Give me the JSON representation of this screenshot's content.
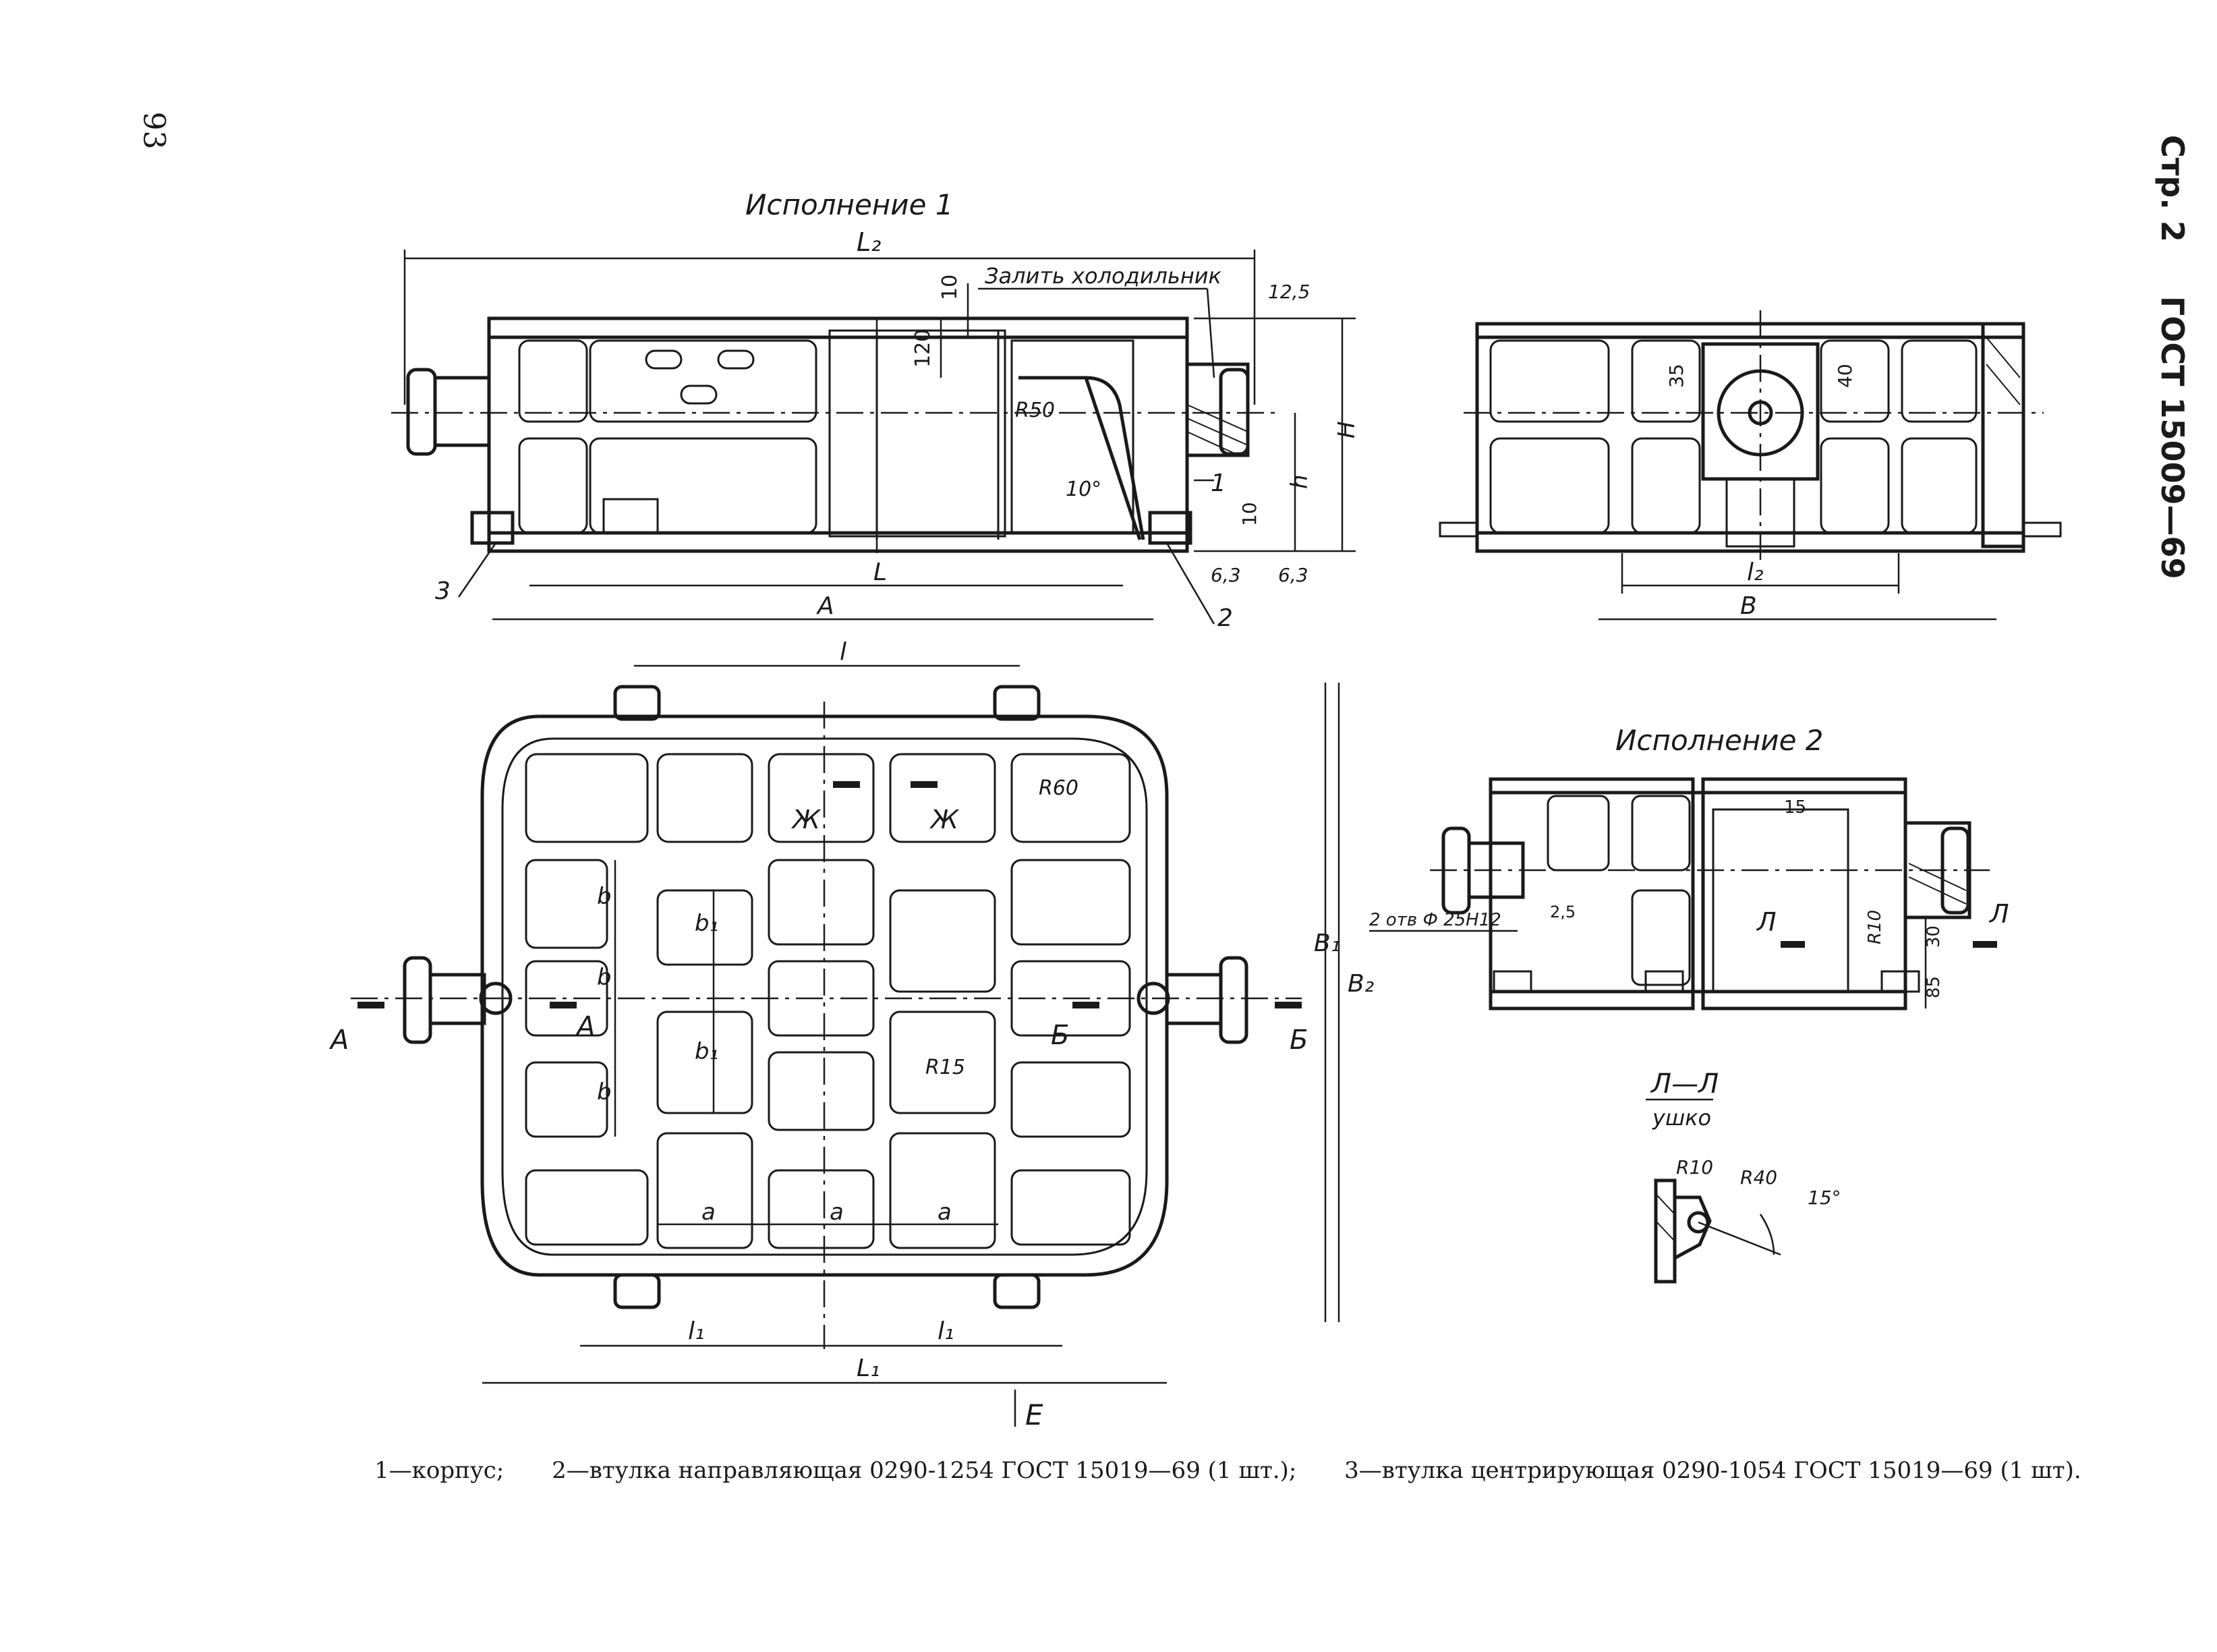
{
  "header": {
    "page_label": "Стр. 2",
    "standard": "ГОСТ 15009—69",
    "page_number": "93"
  },
  "views": {
    "front_title": "Исполнение 1",
    "variant2_title": "Исполнение 2",
    "section_title": "Л—Л",
    "section_subtitle": "ушко"
  },
  "dims": {
    "L2": "L₂",
    "H": "H",
    "h": "h",
    "L": "L",
    "A": "A",
    "B": "B",
    "l2": "l₂",
    "d10a": "10",
    "d120": "120",
    "d10b": "10",
    "r50": "R50",
    "deg10": "10°",
    "rough125": "12,5",
    "rough63a": "6,3",
    "rough63b": "6,3",
    "note_fill": "Залить холодильник",
    "d35": "35",
    "d40": "40",
    "l": "l",
    "b": "b",
    "b1": "b₁",
    "a": "a",
    "l1": "l₁",
    "L1": "L₁",
    "B1": "B₁",
    "B2": "B₂",
    "r60": "R60",
    "r15": "R15",
    "secA": "А",
    "secB": "Б",
    "secZh": "Ж",
    "viewE": "Е",
    "holes": "2 отв Ф 25Н12",
    "d15": "15",
    "d25": "2,5",
    "r10": "R10",
    "d30": "30",
    "d85": "85",
    "secL": "Л",
    "r10b": "R10",
    "r40": "R40",
    "deg15": "15°"
  },
  "callouts": {
    "p1": "1",
    "p2": "2",
    "p3": "3"
  },
  "legend": {
    "item1": "1—корпус;",
    "item2": "2—втулка направляющая 0290-1254 ГОСТ 15019—69 (1 шт.);",
    "item3": "3—втулка центрирующая 0290-1054 ГОСТ 15019—69 (1 шт)."
  }
}
